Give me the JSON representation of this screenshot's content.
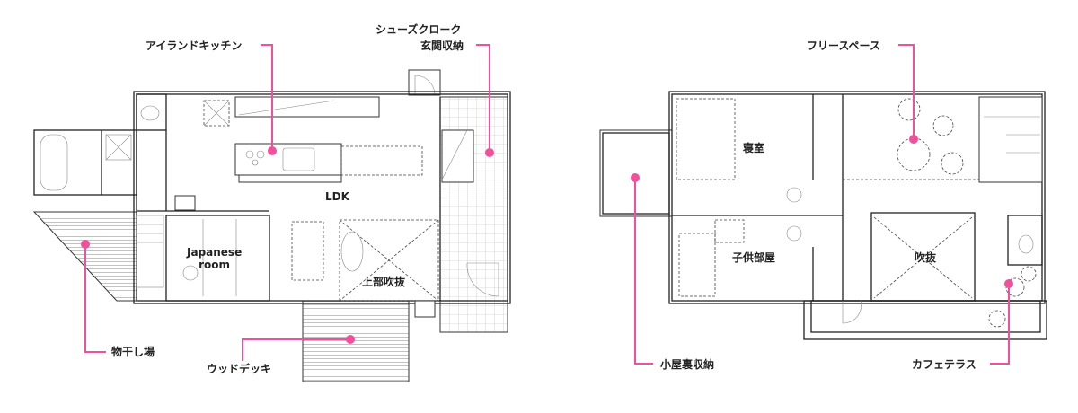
{
  "floor1": {
    "rooms": {
      "ldk": "LDK",
      "japanese_room_line1": "Japanese",
      "japanese_room_line2": "room",
      "void_above": "上部吹抜"
    },
    "callouts": {
      "island_kitchen": "アイランドキッチン",
      "shoes_cloak": "シューズクローク",
      "entrance_storage": "玄関収納",
      "drying_area": "物干し場",
      "wood_deck": "ウッドデッキ"
    }
  },
  "floor2": {
    "rooms": {
      "bedroom": "寝室",
      "kids_room": "子供部屋",
      "void": "吹抜"
    },
    "callouts": {
      "free_space": "フリースペース",
      "attic_storage": "小屋裏収納",
      "cafe_terrace": "カフェテラス"
    }
  },
  "colors": {
    "accent": "#f0509c",
    "wall": "#222222"
  }
}
